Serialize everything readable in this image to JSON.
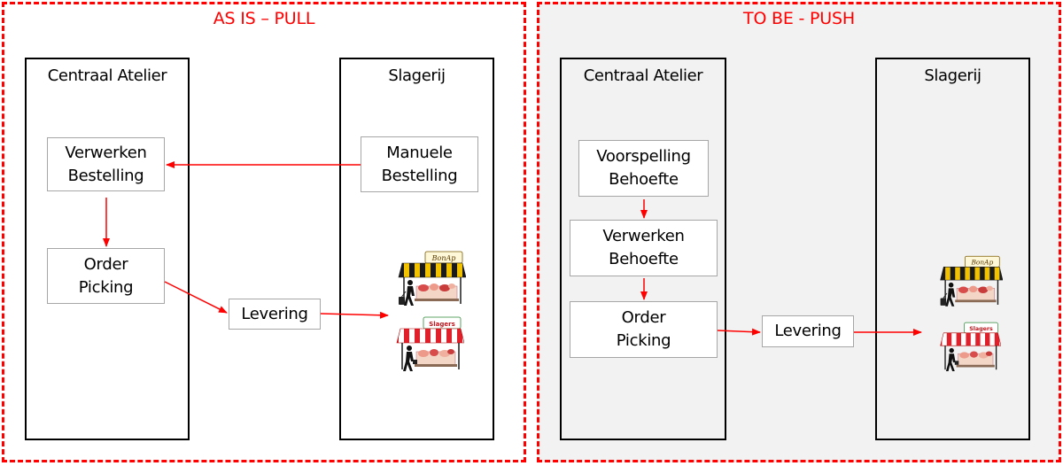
{
  "as_is": {
    "title": "AS IS – PULL",
    "lane_atelier": "Centraal Atelier",
    "lane_slagerij": "Slagerij",
    "verwerken": [
      "Verwerken",
      "Bestelling"
    ],
    "manuele": [
      "Manuele",
      "Bestelling"
    ],
    "order_picking": [
      "Order",
      "Picking"
    ],
    "levering": "Levering"
  },
  "to_be": {
    "title": "TO BE - PUSH",
    "lane_atelier": "Centraal Atelier",
    "lane_slagerij": "Slagerij",
    "voorspelling": [
      "Voorspelling",
      "Behoefte"
    ],
    "verwerken": [
      "Verwerken",
      "Behoefte"
    ],
    "order_picking": [
      "Order",
      "Picking"
    ],
    "levering": "Levering"
  },
  "logos": {
    "bonap": "BonAp",
    "slagers": "Slagers"
  },
  "colors": {
    "accent": "#ff0000",
    "panel_bg": "#f2f2f2",
    "box_border": "#a6a6a6"
  },
  "icons": {
    "stall_bonap": "butcher-stall-bonap-icon",
    "stall_slagers": "butcher-stall-slagers-icon"
  }
}
